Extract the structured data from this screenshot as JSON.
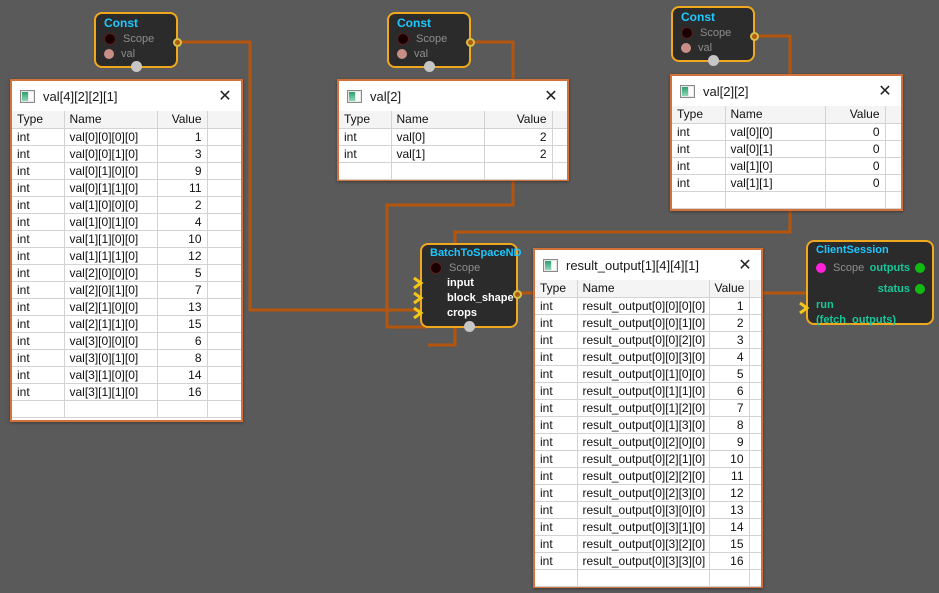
{
  "canvas": {
    "background": "#5a5a5a",
    "wire_color": "#b5560f",
    "node_border": "#f0a81e",
    "panel_border": "#d2713a",
    "node_title_color": "#1ec8ff"
  },
  "nodes": [
    {
      "id": "const-1",
      "title": "Const",
      "ports": [
        {
          "label": "Scope",
          "dot": "scope-dot"
        },
        {
          "label": "val",
          "dot": "val-dot"
        }
      ]
    },
    {
      "id": "const-2",
      "title": "Const",
      "ports": [
        {
          "label": "Scope",
          "dot": "scope-dot"
        },
        {
          "label": "val",
          "dot": "val-dot"
        }
      ]
    },
    {
      "id": "const-3",
      "title": "Const",
      "ports": [
        {
          "label": "Scope",
          "dot": "scope-dot"
        },
        {
          "label": "val",
          "dot": "val-dot"
        }
      ]
    },
    {
      "id": "batchtospacend",
      "title": "BatchToSpaceND",
      "ports": [
        {
          "label": "Scope",
          "dot": "scope-dot"
        },
        {
          "label": "input",
          "dot": "arrow-in"
        },
        {
          "label": "block_shape",
          "dot": "arrow-in"
        },
        {
          "label": "crops",
          "dot": "arrow-in"
        }
      ]
    },
    {
      "id": "clientsession",
      "title": "ClientSession",
      "ports": [
        {
          "label": "Scope",
          "dot": "magenta-dot"
        },
        {
          "label": "run",
          "sublabel": "(fetch_outputs)",
          "dot": "arrow-in"
        }
      ],
      "outputs": [
        {
          "label": "outputs",
          "dot": "green-dot"
        },
        {
          "label": "status",
          "dot": "green-dot"
        }
      ]
    }
  ],
  "panels": [
    {
      "id": "panel-val4221",
      "title": "val[4][2][2][1]",
      "close_label": "✕",
      "columns": [
        "Type",
        "Name",
        "Value"
      ],
      "rows": [
        [
          "int",
          "val[0][0][0][0]",
          "1"
        ],
        [
          "int",
          "val[0][0][1][0]",
          "3"
        ],
        [
          "int",
          "val[0][1][0][0]",
          "9"
        ],
        [
          "int",
          "val[0][1][1][0]",
          "11"
        ],
        [
          "int",
          "val[1][0][0][0]",
          "2"
        ],
        [
          "int",
          "val[1][0][1][0]",
          "4"
        ],
        [
          "int",
          "val[1][1][0][0]",
          "10"
        ],
        [
          "int",
          "val[1][1][1][0]",
          "12"
        ],
        [
          "int",
          "val[2][0][0][0]",
          "5"
        ],
        [
          "int",
          "val[2][0][1][0]",
          "7"
        ],
        [
          "int",
          "val[2][1][0][0]",
          "13"
        ],
        [
          "int",
          "val[2][1][1][0]",
          "15"
        ],
        [
          "int",
          "val[3][0][0][0]",
          "6"
        ],
        [
          "int",
          "val[3][0][1][0]",
          "8"
        ],
        [
          "int",
          "val[3][1][0][0]",
          "14"
        ],
        [
          "int",
          "val[3][1][1][0]",
          "16"
        ]
      ]
    },
    {
      "id": "panel-val2",
      "title": "val[2]",
      "close_label": "✕",
      "columns": [
        "Type",
        "Name",
        "Value"
      ],
      "rows": [
        [
          "int",
          "val[0]",
          "2"
        ],
        [
          "int",
          "val[1]",
          "2"
        ]
      ]
    },
    {
      "id": "panel-val22",
      "title": "val[2][2]",
      "close_label": "✕",
      "columns": [
        "Type",
        "Name",
        "Value"
      ],
      "rows": [
        [
          "int",
          "val[0][0]",
          "0"
        ],
        [
          "int",
          "val[0][1]",
          "0"
        ],
        [
          "int",
          "val[1][0]",
          "0"
        ],
        [
          "int",
          "val[1][1]",
          "0"
        ]
      ]
    },
    {
      "id": "panel-result",
      "title": "result_output[1][4][4][1]",
      "close_label": "✕",
      "columns": [
        "Type",
        "Name",
        "Value"
      ],
      "rows": [
        [
          "int",
          "result_output[0][0][0][0]",
          "1"
        ],
        [
          "int",
          "result_output[0][0][1][0]",
          "2"
        ],
        [
          "int",
          "result_output[0][0][2][0]",
          "3"
        ],
        [
          "int",
          "result_output[0][0][3][0]",
          "4"
        ],
        [
          "int",
          "result_output[0][1][0][0]",
          "5"
        ],
        [
          "int",
          "result_output[0][1][1][0]",
          "6"
        ],
        [
          "int",
          "result_output[0][1][2][0]",
          "7"
        ],
        [
          "int",
          "result_output[0][1][3][0]",
          "8"
        ],
        [
          "int",
          "result_output[0][2][0][0]",
          "9"
        ],
        [
          "int",
          "result_output[0][2][1][0]",
          "10"
        ],
        [
          "int",
          "result_output[0][2][2][0]",
          "11"
        ],
        [
          "int",
          "result_output[0][2][3][0]",
          "12"
        ],
        [
          "int",
          "result_output[0][3][0][0]",
          "13"
        ],
        [
          "int",
          "result_output[0][3][1][0]",
          "14"
        ],
        [
          "int",
          "result_output[0][3][2][0]",
          "15"
        ],
        [
          "int",
          "result_output[0][3][3][0]",
          "16"
        ]
      ]
    }
  ]
}
